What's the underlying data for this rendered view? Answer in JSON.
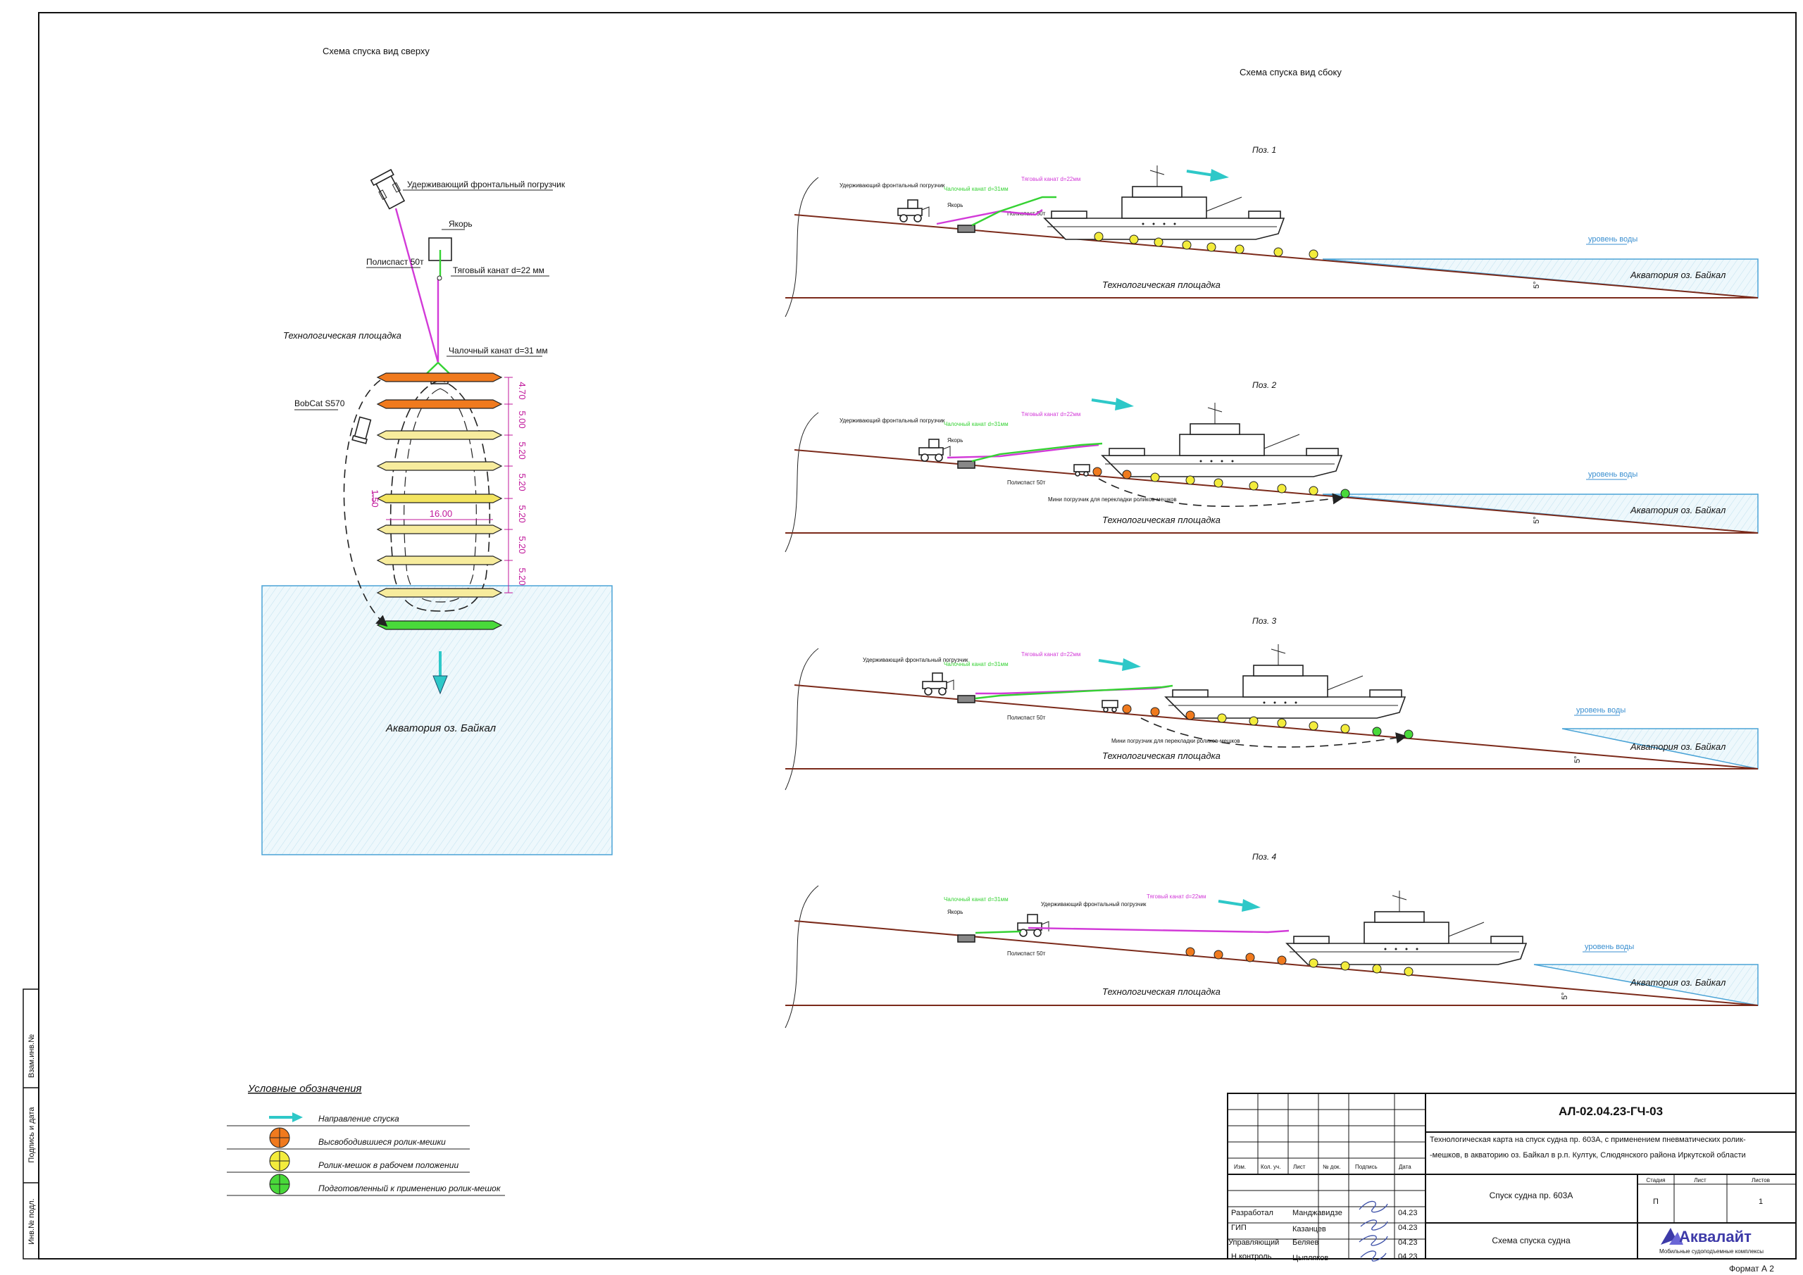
{
  "top_view": {
    "title": "Схема спуска вид сверху",
    "loader_label": "Удерживающий фронтальный погрузчик",
    "anchor_label": "Якорь",
    "polyspast_label": "Полиспаст 50т",
    "tow_rope_label": "Тяговый канат d=22 мм",
    "area_label": "Технологическая площадка",
    "sling_label": "Чалочный канат d=31 мм",
    "bobcat_label": "BobCat S570",
    "dims": [
      "4.70",
      "5.00",
      "5.20",
      "5.20",
      "5.20",
      "5.20",
      "5.20"
    ],
    "roller_len": "16.00",
    "roller_dia": "1.50",
    "water_label": "Акватория оз. Байкал"
  },
  "side_view": {
    "title": "Схема спуска вид сбоку",
    "water_level": "уровень воды",
    "water_label": "Акватория оз. Байкал",
    "area_label": "Технологическая площадка",
    "angle": "5°",
    "loader": "Удерживающий фронтальный погрузчик",
    "anchor": "Якорь",
    "polyspast": "Полиспаст 50т",
    "sling": "Чалочный канат d=31мм",
    "tow": "Тяговый канат d=22мм",
    "mini_loader": "Мини погрузчик для перекладки роликов-мешков",
    "positions": [
      "Поз. 1",
      "Поз. 2",
      "Поз. 3",
      "Поз. 4"
    ]
  },
  "legend": {
    "title": "Условные обозначения",
    "items": [
      {
        "label": "Направление спуска",
        "icon": "arrow-icon",
        "color": "#2ec8c8"
      },
      {
        "label": "Высвободившиеся ролик-мешки",
        "icon": "orange-roller-icon",
        "color": "#f07a1e"
      },
      {
        "label": "Ролик-мешок в рабочем положении",
        "icon": "yellow-roller-icon",
        "color": "#f3ec3c"
      },
      {
        "label": "Подготовленный к применению ролик-мешок",
        "icon": "green-roller-icon",
        "color": "#49d93a"
      }
    ]
  },
  "side_stamp": [
    "Взам.инв.№",
    "Подпись и дата",
    "Инв.№ подл."
  ],
  "title_block": {
    "code": "АЛ-02.04.23-ГЧ-03",
    "description_1": "Технологическая карта на спуск судна пр. 603А, с применением пневматических ролик-",
    "description_2": "-мешков, в акваторию оз. Байкал в р.п. Култук, Слюдянского района Иркутской области",
    "headers": [
      "Изм.",
      "Кол. уч.",
      "Лист",
      "№ док.",
      "Подпись",
      "Дата"
    ],
    "staff": [
      {
        "role": "Разработал",
        "name": "Манджавидзе",
        "date": "04.23"
      },
      {
        "role": "ГИП",
        "name": "Казанцев",
        "date": "04.23"
      },
      {
        "role": "Управляющий",
        "name": "Беляев",
        "date": "04.23"
      },
      {
        "role": "Н.контроль",
        "name": "Цыпляков",
        "date": "04.23"
      }
    ],
    "subject": "Спуск судна пр. 603А",
    "sheet_title": "Схема спуска судна",
    "stage_h": "Стадия",
    "sheet_h": "Лист",
    "sheets_h": "Листов",
    "stage": "П",
    "sheet": "",
    "sheets": "1",
    "logo": "Аквалайт",
    "logo_sub": "Мобильные судоподъемные комплексы",
    "format": "Формат А 2"
  }
}
